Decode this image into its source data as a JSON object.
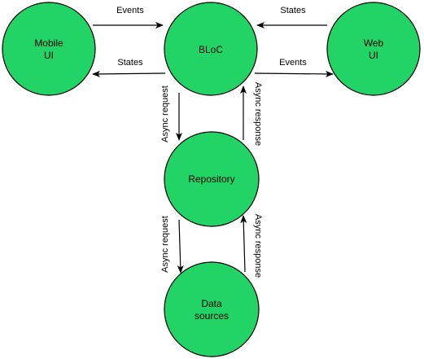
{
  "colors": {
    "node_fill": "#22d466",
    "node_stroke": "#000000",
    "edge": "#000000",
    "background": "#ffffff"
  },
  "nodes": {
    "mobile_ui": {
      "line1": "Mobile",
      "line2": "UI"
    },
    "bloc": {
      "label": "BLoC"
    },
    "web_ui": {
      "line1": "Web",
      "line2": "UI"
    },
    "repository": {
      "label": "Repository"
    },
    "data_sources": {
      "line1": "Data",
      "line2": "sources"
    }
  },
  "edges": {
    "mobile_to_bloc": {
      "label": "Events"
    },
    "bloc_to_mobile": {
      "label": "States"
    },
    "web_to_bloc": {
      "label": "States"
    },
    "bloc_to_web": {
      "label": "Events"
    },
    "bloc_to_repository": {
      "label": "Async request"
    },
    "repository_to_bloc": {
      "label": "Async response"
    },
    "repository_to_data": {
      "label": "Async request"
    },
    "data_to_repository": {
      "label": "Async response"
    }
  }
}
